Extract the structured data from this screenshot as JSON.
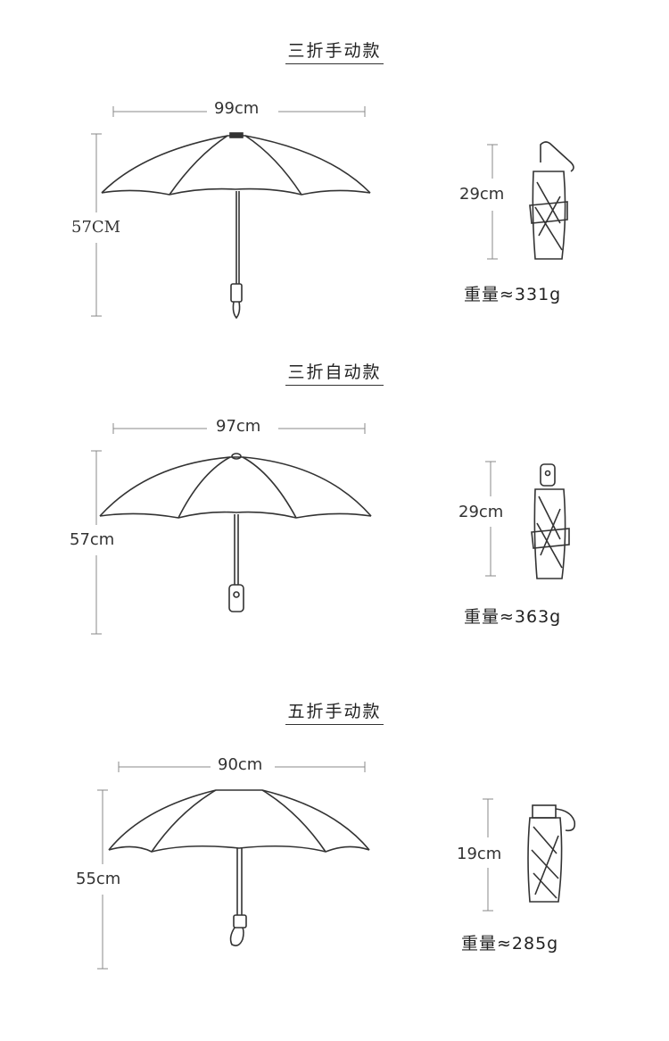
{
  "sections": [
    {
      "title": "三折手动款",
      "open_width": "99cm",
      "open_height": "57CM",
      "folded_length": "29cm",
      "weight": "重量≈331g"
    },
    {
      "title": "三折自动款",
      "open_width": "97cm",
      "open_height": "57cm",
      "folded_length": "29cm",
      "weight": "重量≈363g"
    },
    {
      "title": "五折手动款",
      "open_width": "90cm",
      "open_height": "55cm",
      "folded_length": "19cm",
      "weight": "重量≈285g"
    }
  ],
  "colors": {
    "line": "#333333",
    "dimension_line": "#888888",
    "background": "#ffffff"
  }
}
